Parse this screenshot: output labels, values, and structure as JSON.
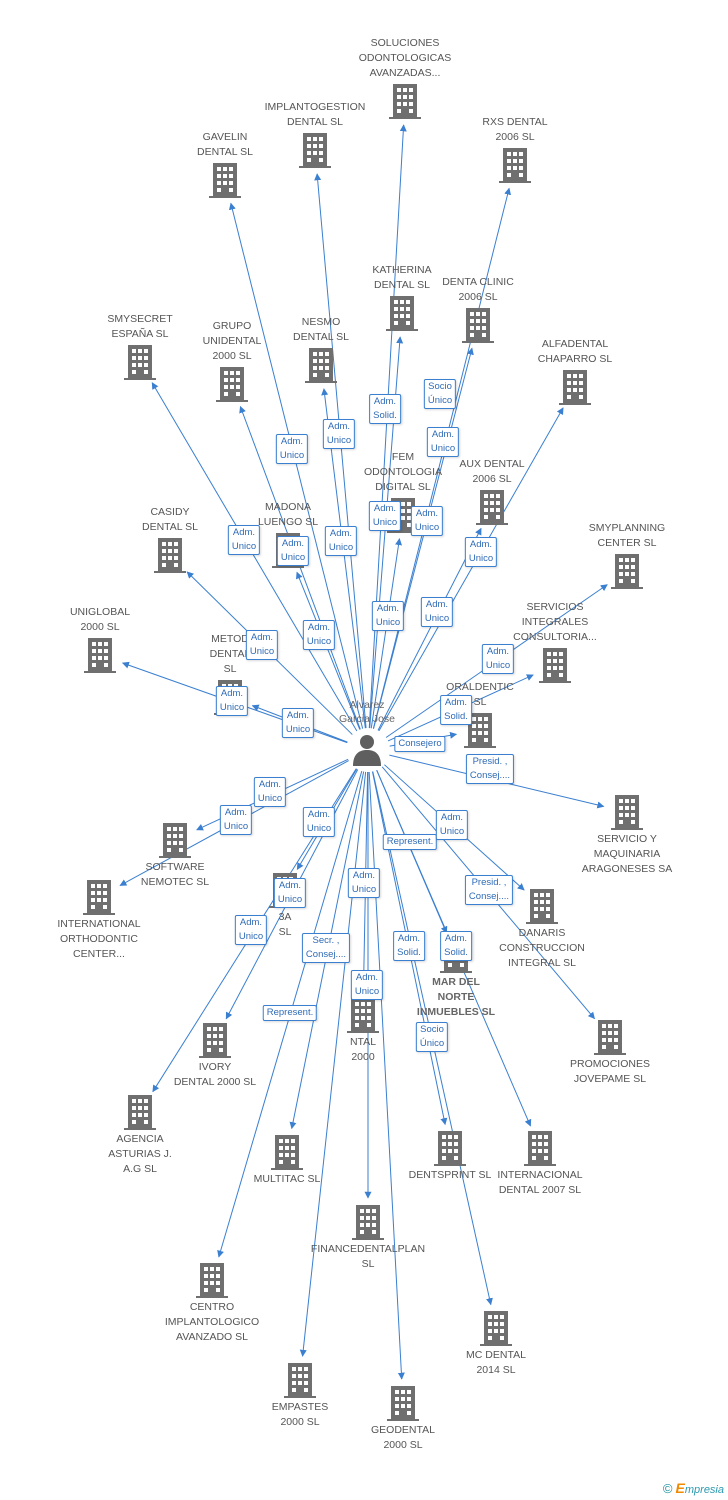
{
  "center": {
    "id": "person",
    "label": "Alvarez\nGarcia Jose"
  },
  "nodes": [
    {
      "id": "soluciones",
      "label": "SOLUCIONES\nODONTOLOGICAS\nAVANZADAS..."
    },
    {
      "id": "implantogestion",
      "label": "IMPLANTOGESTION\nDENTAL  SL"
    },
    {
      "id": "rxs",
      "label": "RXS DENTAL\n2006 SL"
    },
    {
      "id": "gavelin",
      "label": "GAVELIN\nDENTAL SL"
    },
    {
      "id": "katherina",
      "label": "KATHERINA\nDENTAL SL"
    },
    {
      "id": "denta_clinic",
      "label": "DENTA CLINIC\n2006 SL"
    },
    {
      "id": "alfadental",
      "label": "ALFADENTAL\nCHAPARRO SL"
    },
    {
      "id": "smysecret",
      "label": "SMYSECRET\nESPAÑA  SL"
    },
    {
      "id": "grupo_unidental",
      "label": "GRUPO\nUNIDENTAL\n2000 SL"
    },
    {
      "id": "nesmo",
      "label": "NESMO\nDENTAL SL"
    },
    {
      "id": "fem",
      "label": "FEM\nODONTOLOGIA\nDIGITAL  SL"
    },
    {
      "id": "aux",
      "label": "AUX DENTAL\n2006 SL"
    },
    {
      "id": "casidy",
      "label": "CASIDY\nDENTAL SL"
    },
    {
      "id": "madona",
      "label": "MADONA\nLUENGO SL"
    },
    {
      "id": "smyplanning",
      "label": "SMYPLANNING\nCENTER  SL"
    },
    {
      "id": "servicios",
      "label": "SERVICIOS\nINTEGRALES\nCONSULTORIA..."
    },
    {
      "id": "uniglobal",
      "label": "UNIGLOBAL\n2000  SL"
    },
    {
      "id": "metod",
      "label": "METOD\nDENTAL\nSL"
    },
    {
      "id": "oraldentic",
      "label": "ORALDENTIC\nSL"
    },
    {
      "id": "servicio_maq",
      "label": "SERVICIO Y\nMAQUINARIA\nARAGONESES SA"
    },
    {
      "id": "software",
      "label": "SOFTWARE\nNEMOTEC SL"
    },
    {
      "id": "international",
      "label": "INTERNATIONAL\nORTHODONTIC\nCENTER..."
    },
    {
      "id": "c3a",
      "label": "3A\nSL"
    },
    {
      "id": "danaris",
      "label": "DANARIS\nCONSTRUCCION\nINTEGRAL SL"
    },
    {
      "id": "mar_del_norte",
      "label": "MAR DEL\nNORTE\nINMUEBLES SL"
    },
    {
      "id": "ntal2000",
      "label": "NTAL\n2000"
    },
    {
      "id": "promociones",
      "label": "PROMOCIONES\nJOVEPAME SL"
    },
    {
      "id": "ivory",
      "label": "IVORY\nDENTAL 2000 SL"
    },
    {
      "id": "agencia",
      "label": "AGENCIA\nASTURIAS J.\nA.G SL"
    },
    {
      "id": "multitac",
      "label": "MULTITAC  SL"
    },
    {
      "id": "dentsprint",
      "label": "DENTSPRINT SL"
    },
    {
      "id": "internacional",
      "label": "INTERNACIONAL\nDENTAL 2007 SL"
    },
    {
      "id": "financedental",
      "label": "FINANCEDENTALPLAN\nSL"
    },
    {
      "id": "centro",
      "label": "CENTRO\nIMPLANTOLOGICO\nAVANZADO SL"
    },
    {
      "id": "mc_dental",
      "label": "MC DENTAL\n2014  SL"
    },
    {
      "id": "empastes",
      "label": "EMPASTES\n2000 SL"
    },
    {
      "id": "geodental",
      "label": "GEODENTAL\n2000 SL"
    }
  ],
  "edges": [
    {
      "to": "soluciones"
    },
    {
      "to": "implantogestion"
    },
    {
      "to": "rxs"
    },
    {
      "to": "gavelin"
    },
    {
      "to": "katherina"
    },
    {
      "to": "denta_clinic"
    },
    {
      "to": "alfadental"
    },
    {
      "to": "smysecret"
    },
    {
      "to": "grupo_unidental"
    },
    {
      "to": "nesmo"
    },
    {
      "to": "fem"
    },
    {
      "to": "aux"
    },
    {
      "to": "casidy"
    },
    {
      "to": "madona"
    },
    {
      "to": "smyplanning"
    },
    {
      "to": "servicios"
    },
    {
      "to": "uniglobal"
    },
    {
      "to": "metod"
    },
    {
      "to": "oraldentic"
    },
    {
      "to": "servicio_maq"
    },
    {
      "to": "software"
    },
    {
      "to": "international"
    },
    {
      "to": "c3a"
    },
    {
      "to": "danaris"
    },
    {
      "to": "mar_del_norte"
    },
    {
      "to": "ntal2000"
    },
    {
      "to": "promociones"
    },
    {
      "to": "ivory"
    },
    {
      "to": "agencia"
    },
    {
      "to": "multitac"
    },
    {
      "to": "dentsprint"
    },
    {
      "to": "internacional"
    },
    {
      "to": "financedental"
    },
    {
      "to": "centro"
    },
    {
      "to": "mc_dental"
    },
    {
      "to": "empastes"
    },
    {
      "to": "geodental"
    }
  ],
  "badges": [
    "Adm.\nUnico",
    "Adm.\nUnico",
    "Adm.\nSolid.",
    "Socio\nÚnico",
    "Adm.\nUnico",
    "Adm.\nUnico",
    "Adm.\nUnico",
    "Adm.\nUnico",
    "Adm.\nUnico",
    "Adm.\nUnico",
    "Adm.\nUnico",
    "Adm.\nUnico",
    "Adm.\nUnico",
    "Adm.\nUnico",
    "Adm.\nUnico",
    "Adm.\nUnico",
    "Adm.\nUnico",
    "Adm.\nUnico",
    "Adm.\nSolid.",
    "Consejero",
    "Presid. ,\nConsej....",
    "Adm.\nUnico",
    "Adm.\nUnico",
    "Adm.\nUnico",
    "Represent.",
    "Adm.\nUnico",
    "Adm.\nUnico",
    "Presid. ,\nConsej....",
    "Adm.\nUnico",
    "Adm.\nUnico",
    "Secr. ,\nConsej....",
    "Adm.\nSolid.",
    "Adm.\nSolid.",
    "Adm.\nUnico",
    "Represent.",
    "Socio\nÚnico"
  ],
  "footer": {
    "copyright": "©",
    "brand_e": "E",
    "brand_rest": "mpresia"
  }
}
